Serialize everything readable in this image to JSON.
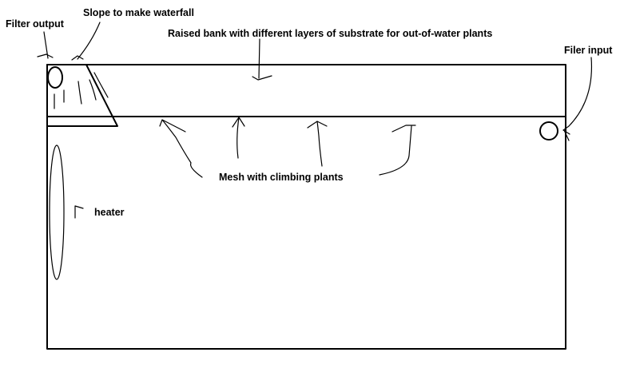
{
  "labels": {
    "filter_output": "Filter output",
    "slope": "Slope to make waterfall",
    "raised_bank": "Raised bank with different layers of substrate for out-of-water plants",
    "filter_input": "Filer input",
    "mesh": "Mesh with climbing plants",
    "heater": "heater"
  },
  "colors": {
    "ink": "#000000",
    "background": "#ffffff"
  }
}
